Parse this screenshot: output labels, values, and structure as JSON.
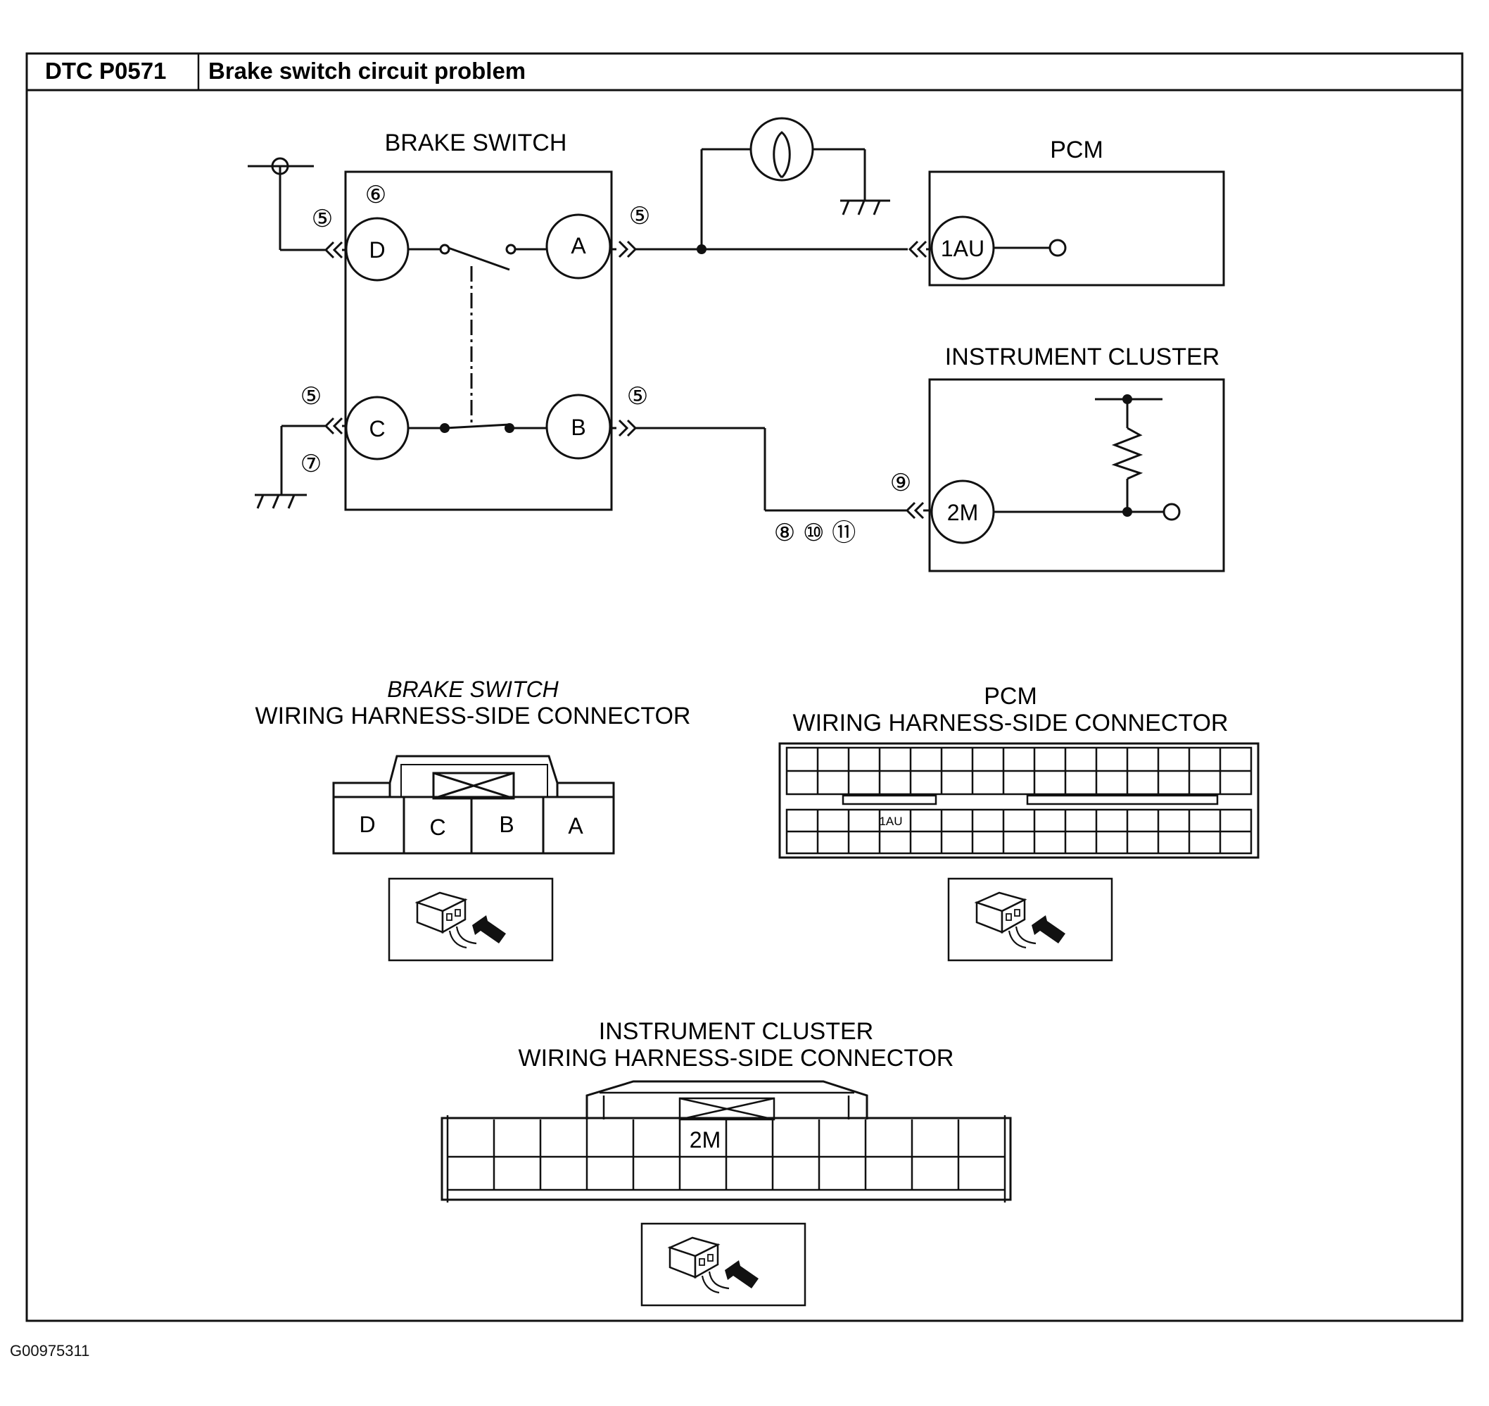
{
  "header": {
    "code": "DTC P0571",
    "title": "Brake switch circuit problem"
  },
  "schematic": {
    "brake_switch_label": "BRAKE SWITCH",
    "pcm_label": "PCM",
    "cluster_label": "INSTRUMENT CLUSTER",
    "terminals": {
      "d": "D",
      "a": "A",
      "c": "C",
      "b": "B",
      "pcm_pin": "1AU",
      "cluster_pin": "2M"
    },
    "step_markers": {
      "m5_d": "⑤",
      "m6": "⑥",
      "m5_a": "⑤",
      "m5_c": "⑤",
      "m7": "⑦",
      "m5_b": "⑤",
      "m9": "⑨",
      "m8_10_11": "⑧ ⑩ ⑪"
    }
  },
  "connectors": {
    "brake_switch": {
      "line1": "BRAKE SWITCH",
      "line2": "WIRING HARNESS-SIDE CONNECTOR",
      "pins": [
        "D",
        "C",
        "B",
        "A"
      ]
    },
    "pcm": {
      "line1": "PCM",
      "line2": "WIRING HARNESS-SIDE CONNECTOR",
      "pin": "1AU"
    },
    "cluster": {
      "line1": "INSTRUMENT CLUSTER",
      "line2": "WIRING HARNESS-SIDE CONNECTOR",
      "pin": "2M"
    }
  },
  "footer": {
    "figure_id": "G00975311"
  }
}
